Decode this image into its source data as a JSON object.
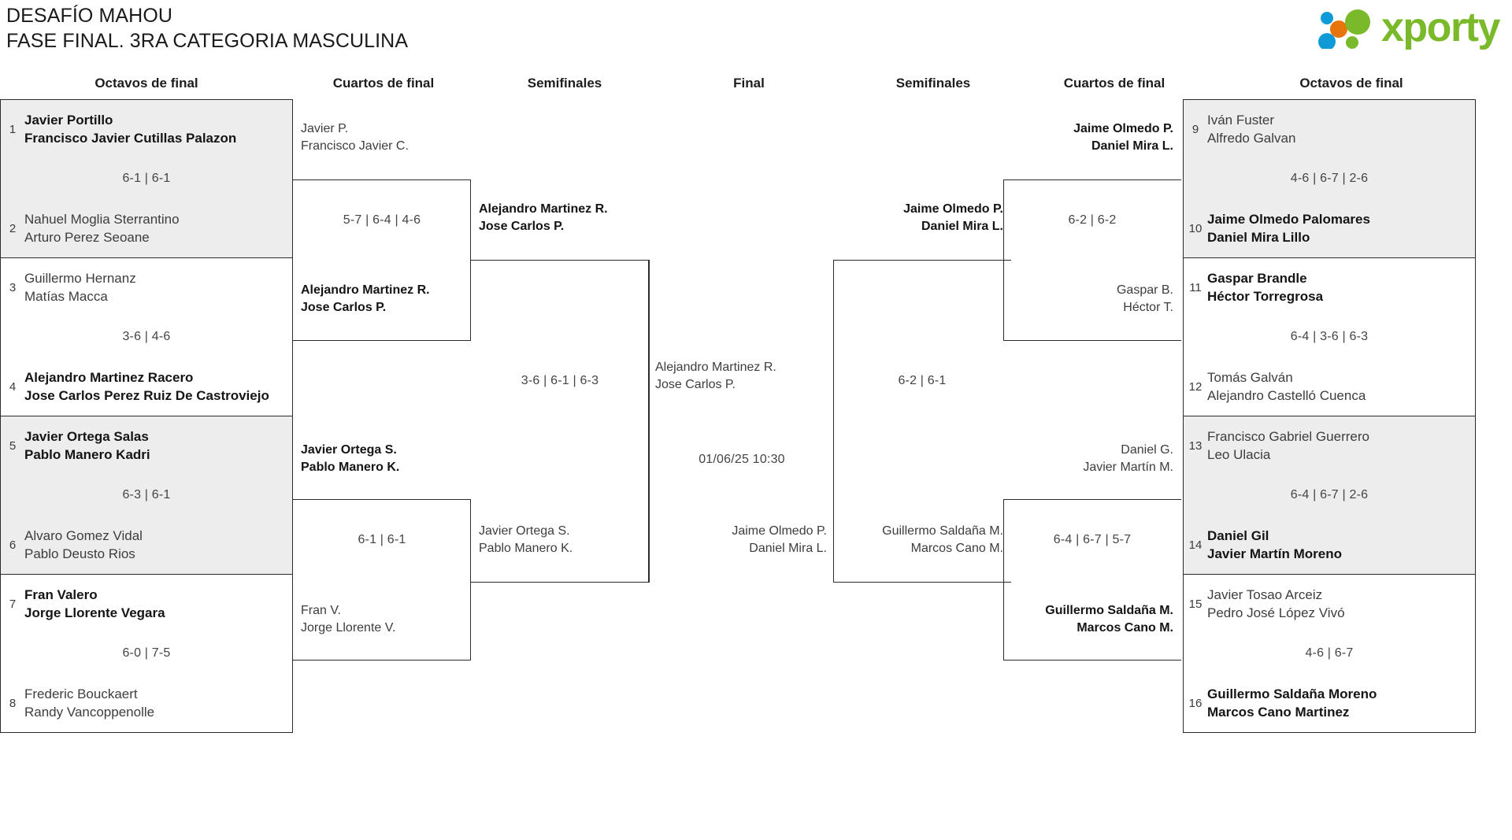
{
  "header": {
    "title_line1": "DESAFÍO MAHOU",
    "title_line2": "FASE FINAL. 3RA CATEGORIA MASCULINA",
    "logo_text": "xporty",
    "logo_colors": {
      "green": "#7ab929",
      "blue": "#0f9bd7",
      "orange": "#e8740c"
    }
  },
  "round_headers": {
    "octavos_left": "Octavos de final",
    "cuartos_left": "Cuartos de final",
    "semis_left": "Semifinales",
    "final": "Final",
    "semis_right": "Semifinales",
    "cuartos_right": "Cuartos de final",
    "octavos_right": "Octavos de final"
  },
  "colors": {
    "shaded_row": "#ededed",
    "border": "#2b2b2b",
    "winner_text": "#151515",
    "loser_text": "#3d3d3d"
  },
  "bracket": {
    "octavos_left": [
      {
        "score": "6-1 | 6-1",
        "shaded": true,
        "top": {
          "seed": "1",
          "p1": "Javier Portillo",
          "p2": "Francisco Javier Cutillas Palazon",
          "winner": true
        },
        "bottom": {
          "seed": "2",
          "p1": "Nahuel Moglia Sterrantino",
          "p2": "Arturo Perez Seoane",
          "winner": false
        }
      },
      {
        "score": "3-6 | 4-6",
        "shaded": false,
        "top": {
          "seed": "3",
          "p1": "Guillermo Hernanz",
          "p2": "Matías Macca",
          "winner": false
        },
        "bottom": {
          "seed": "4",
          "p1": "Alejandro Martinez Racero",
          "p2": "Jose Carlos Perez Ruiz De Castroviejo",
          "winner": true
        }
      },
      {
        "score": "6-3 | 6-1",
        "shaded": true,
        "top": {
          "seed": "5",
          "p1": "Javier Ortega Salas",
          "p2": "Pablo Manero Kadri",
          "winner": true
        },
        "bottom": {
          "seed": "6",
          "p1": "Alvaro Gomez Vidal",
          "p2": "Pablo Deusto Rios",
          "winner": false
        }
      },
      {
        "score": "6-0 | 7-5",
        "shaded": false,
        "top": {
          "seed": "7",
          "p1": "Fran Valero",
          "p2": "Jorge Llorente Vegara",
          "winner": true
        },
        "bottom": {
          "seed": "8",
          "p1": "Frederic Bouckaert",
          "p2": "Randy Vancoppenolle",
          "winner": false
        }
      }
    ],
    "octavos_right": [
      {
        "score": "4-6 | 6-7 | 2-6",
        "shaded": true,
        "top": {
          "seed": "9",
          "p1": "Iván Fuster",
          "p2": "Alfredo Galvan",
          "winner": false
        },
        "bottom": {
          "seed": "10",
          "p1": "Jaime Olmedo Palomares",
          "p2": "Daniel Mira Lillo",
          "winner": true
        }
      },
      {
        "score": "6-4 | 3-6 | 6-3",
        "shaded": false,
        "top": {
          "seed": "11",
          "p1": "Gaspar Brandle",
          "p2": "Héctor Torregrosa",
          "winner": true
        },
        "bottom": {
          "seed": "12",
          "p1": "Tomás Galván",
          "p2": "Alejandro Castelló Cuenca",
          "winner": false
        }
      },
      {
        "score": "6-4 | 6-7 | 2-6",
        "shaded": true,
        "top": {
          "seed": "13",
          "p1": "Francisco Gabriel Guerrero",
          "p2": "Leo Ulacia",
          "winner": false
        },
        "bottom": {
          "seed": "14",
          "p1": "Daniel Gil",
          "p2": "Javier Martín Moreno",
          "winner": true
        }
      },
      {
        "score": "4-6 | 6-7",
        "shaded": false,
        "top": {
          "seed": "15",
          "p1": "Javier Tosao Arceiz",
          "p2": "Pedro José López Vivó",
          "winner": false
        },
        "bottom": {
          "seed": "16",
          "p1": "Guillermo Saldaña Moreno",
          "p2": "Marcos Cano Martinez",
          "winner": true
        }
      }
    ],
    "cuartos_left": [
      {
        "score": "5-7 | 6-4 | 4-6",
        "top": {
          "p1": "Javier P.",
          "p2": "Francisco Javier C.",
          "winner": false
        },
        "bottom": {
          "p1": "Alejandro Martinez R.",
          "p2": "Jose Carlos P.",
          "winner": true
        }
      },
      {
        "score": "6-1 | 6-1",
        "top": {
          "p1": "Javier Ortega S.",
          "p2": "Pablo Manero K.",
          "winner": true
        },
        "bottom": {
          "p1": "Fran V.",
          "p2": "Jorge Llorente V.",
          "winner": false
        }
      }
    ],
    "cuartos_right": [
      {
        "score": "6-2 | 6-2",
        "top": {
          "p1": "Jaime Olmedo P.",
          "p2": "Daniel Mira L.",
          "winner": true
        },
        "bottom": {
          "p1": "Gaspar B.",
          "p2": "Héctor T.",
          "winner": false
        }
      },
      {
        "score": "6-4 | 6-7 | 5-7",
        "top": {
          "p1": "Daniel G.",
          "p2": "Javier Martín M.",
          "winner": false
        },
        "bottom": {
          "p1": "Guillermo Saldaña M.",
          "p2": "Marcos Cano M.",
          "winner": true
        }
      }
    ],
    "semis_left": [
      {
        "score": "3-6 | 6-1 | 6-3",
        "top": {
          "p1": "Alejandro Martinez R.",
          "p2": "Jose Carlos P.",
          "winner": true
        },
        "bottom": {
          "p1": "Javier Ortega S.",
          "p2": "Pablo Manero K.",
          "winner": false
        }
      }
    ],
    "semis_right": [
      {
        "score": "6-2 | 6-1",
        "top": {
          "p1": "Jaime Olmedo P.",
          "p2": "Daniel Mira L.",
          "winner": true
        },
        "bottom": {
          "p1": "Guillermo Saldaña M.",
          "p2": "Marcos Cano M.",
          "winner": false
        }
      }
    ],
    "final": {
      "schedule": "01/06/25 10:30",
      "left": {
        "p1": "Alejandro Martinez R.",
        "p2": "Jose Carlos P.",
        "winner": false
      },
      "right": {
        "p1": "Jaime Olmedo P.",
        "p2": "Daniel Mira L.",
        "winner": false
      }
    }
  }
}
